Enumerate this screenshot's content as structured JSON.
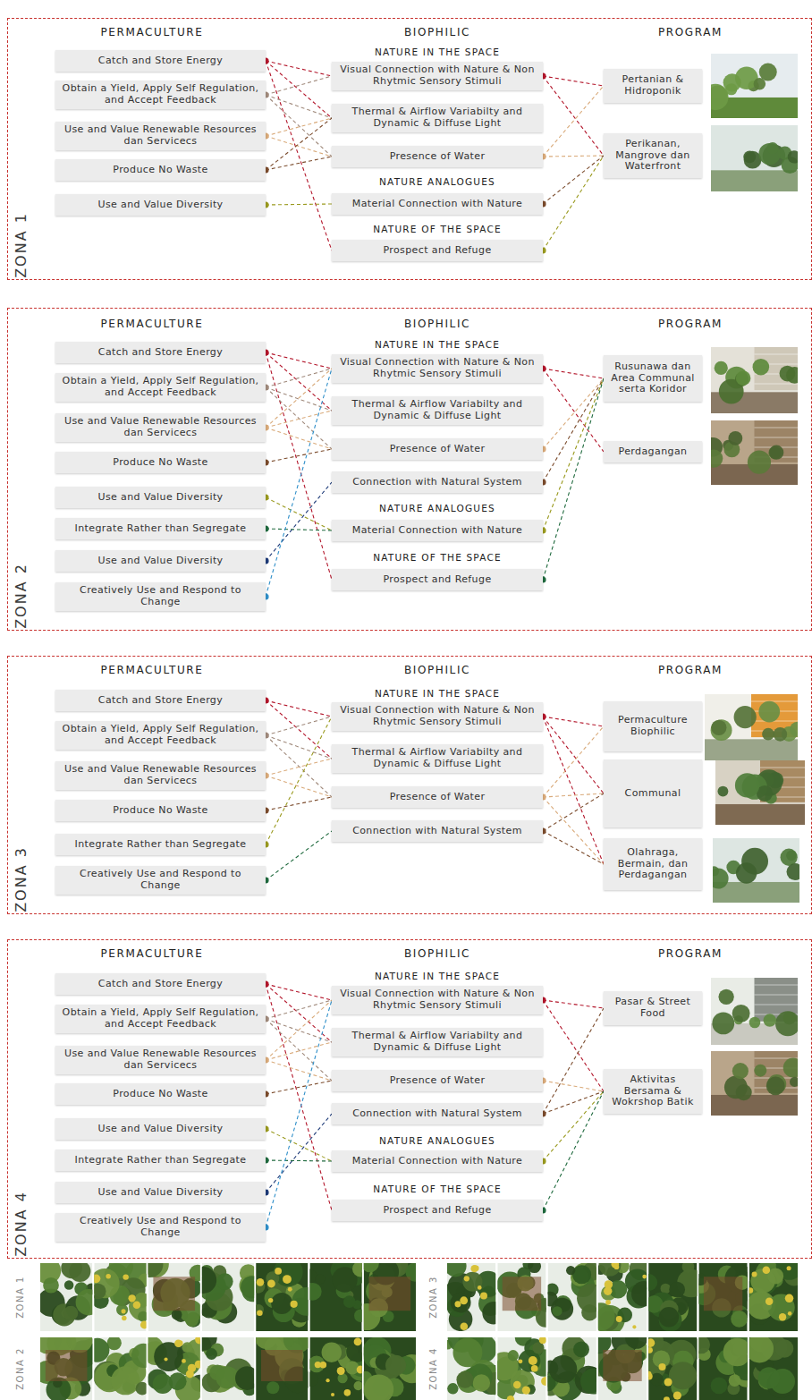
{
  "diagram": {
    "nodes": [
      {
        "text": [
          "ZONA 1"
        ]
      },
      {
        "text": [
          "Catch and Store Energy"
        ],
        "in": 0
      },
      {
        "text": [
          "Obtain a Yield, Apply Self Regulation, and Accept Feedback"
        ],
        "in": 0
      },
      {
        "text": [
          "Use and Value Renewable Resources dan Servicecs"
        ],
        "in": 0
      },
      {
        "text": [
          "Produce No Waste"
        ],
        "in": 0
      },
      {
        "text": [
          "Use and Value Diversity"
        ],
        "in": 0
      },
      {
        "text": [
          "Visual Connection with Nature & Non Rhytmic Sensory Stimuli"
        ],
        "in": 0
      },
      {
        "text": [
          "Thermal & Airflow Variabilty and Dynamic & Diffuse Light"
        ],
        "in": 0
      },
      {
        "text": [
          "Presence of Water"
        ],
        "in": 0
      },
      {
        "text": [
          "Material Connection with Nature"
        ],
        "in": 0
      },
      {
        "text": [
          "Prospect and Refuge"
        ],
        "in": 0
      },
      {
        "text": [
          "Pertanian & Hidroponik"
        ],
        "in": 0
      },
      {
        "text": [
          "Perikanan, Mangrove dan Waterfront"
        ],
        "in": 0
      },
      {
        "text": [
          "ZONA 2"
        ]
      },
      {
        "text": [
          "Catch and Store Energy"
        ],
        "in": 13
      },
      {
        "text": [
          "Obtain a Yield, Apply Self Regulation, and Accept Feedback"
        ],
        "in": 13
      },
      {
        "text": [
          "Use and Value Renewable Resources dan Servicecs"
        ],
        "in": 13
      },
      {
        "text": [
          "Produce No Waste"
        ],
        "in": 13
      },
      {
        "text": [
          "Use and Value Diversity"
        ],
        "in": 13
      },
      {
        "text": [
          "Integrate Rather than Segregate"
        ],
        "in": 13
      },
      {
        "text": [
          "Use and Value Diversity"
        ],
        "in": 13
      },
      {
        "text": [
          "Creatively Use and Respond to Change"
        ],
        "in": 13
      },
      {
        "text": [
          "Visual Connection with Nature & Non Rhytmic Sensory Stimuli"
        ],
        "in": 13
      },
      {
        "text": [
          "Thermal & Airflow Variabilty and Dynamic & Diffuse Light"
        ],
        "in": 13
      },
      {
        "text": [
          "Presence of Water"
        ],
        "in": 13
      },
      {
        "text": [
          "Connection with Natural System"
        ],
        "in": 13
      },
      {
        "text": [
          "Material Connection with Nature"
        ],
        "in": 13
      },
      {
        "text": [
          "Prospect and Refuge"
        ],
        "in": 13
      },
      {
        "text": [
          "Rusunawa dan Area Communal serta Koridor"
        ],
        "in": 13
      },
      {
        "text": [
          "Perdagangan"
        ],
        "in": 13
      },
      {
        "text": [
          "ZONA 3"
        ]
      },
      {
        "text": [
          "Catch and Store Energy"
        ],
        "in": 30
      },
      {
        "text": [
          "Obtain a Yield, Apply Self Regulation, and Accept Feedback"
        ],
        "in": 30
      },
      {
        "text": [
          "Use and Value Renewable Resources dan Servicecs"
        ],
        "in": 30
      },
      {
        "text": [
          "Produce No Waste"
        ],
        "in": 30
      },
      {
        "text": [
          "Integrate Rather than Segregate"
        ],
        "in": 30
      },
      {
        "text": [
          "Creatively Use and Respond to Change"
        ],
        "in": 30
      },
      {
        "text": [
          "Visual Connection with Nature & Non Rhytmic Sensory Stimuli"
        ],
        "in": 30
      },
      {
        "text": [
          "Thermal & Airflow Variabilty and Dynamic & Diffuse Light"
        ],
        "in": 30
      },
      {
        "text": [
          "Presence of Water"
        ],
        "in": 30
      },
      {
        "text": [
          "Connection with Natural System"
        ],
        "in": 30
      },
      {
        "text": [
          "Permaculture Biophilic"
        ],
        "in": 30
      },
      {
        "text": [
          "Communal"
        ],
        "in": 30
      },
      {
        "text": [
          "Olahraga, Bermain, dan Perdagangan"
        ],
        "in": 30
      },
      {
        "text": [
          "ZONA 4"
        ]
      },
      {
        "text": [
          "Catch and Store Energy"
        ],
        "in": 44
      },
      {
        "text": [
          "Obtain a Yield, Apply Self Regulation, and Accept Feedback"
        ],
        "in": 44
      },
      {
        "text": [
          "Use and Value Renewable Resources dan Servicecs"
        ],
        "in": 44
      },
      {
        "text": [
          "Produce No Waste"
        ],
        "in": 44
      },
      {
        "text": [
          "Use and Value Diversity"
        ],
        "in": 44
      },
      {
        "text": [
          "Integrate Rather than Segregate"
        ],
        "in": 44
      },
      {
        "text": [
          "Use and Value Diversity"
        ],
        "in": 44
      },
      {
        "text": [
          "Creatively Use and Respond to Change"
        ],
        "in": 44
      },
      {
        "text": [
          "Visual Connection with Nature & Non Rhytmic Sensory Stimuli"
        ],
        "in": 44
      },
      {
        "text": [
          "Thermal & Airflow Variabilty and Dynamic & Diffuse Light"
        ],
        "in": 44
      },
      {
        "text": [
          "Presence of Water"
        ],
        "in": 44
      },
      {
        "text": [
          "Connection with Natural System"
        ],
        "in": 44
      },
      {
        "text": [
          "Material Connection with Nature"
        ],
        "in": 44
      },
      {
        "text": [
          "Prospect and Refuge"
        ],
        "in": 44
      },
      {
        "text": [
          "Pasar & Street Food"
        ],
        "in": 44
      },
      {
        "text": [
          "Aktivitas Bersama & Wokrshop Batik"
        ],
        "in": 44
      }
    ],
    "edges": [
      {
        "from": 1,
        "to": 6,
        "arrow": "none"
      },
      {
        "from": 1,
        "to": 7,
        "arrow": "none"
      },
      {
        "from": 1,
        "to": 10,
        "arrow": "none"
      },
      {
        "from": 2,
        "to": 6,
        "arrow": "none"
      },
      {
        "from": 2,
        "to": 7,
        "arrow": "none"
      },
      {
        "from": 2,
        "to": 8,
        "arrow": "none"
      },
      {
        "from": 3,
        "to": 7,
        "arrow": "none"
      },
      {
        "from": 3,
        "to": 8,
        "arrow": "none"
      },
      {
        "from": 4,
        "to": 8,
        "arrow": "none"
      },
      {
        "from": 4,
        "to": 7,
        "arrow": "none"
      },
      {
        "from": 5,
        "to": 9,
        "arrow": "none"
      },
      {
        "from": 6,
        "to": 11,
        "arrow": "none"
      },
      {
        "from": 6,
        "to": 12,
        "arrow": "none"
      },
      {
        "from": 8,
        "to": 11,
        "arrow": "none"
      },
      {
        "from": 8,
        "to": 12,
        "arrow": "none"
      },
      {
        "from": 9,
        "to": 12,
        "arrow": "none"
      },
      {
        "from": 10,
        "to": 12,
        "arrow": "none"
      },
      {
        "from": 14,
        "to": 22,
        "arrow": "none"
      },
      {
        "from": 14,
        "to": 23,
        "arrow": "none"
      },
      {
        "from": 14,
        "to": 27,
        "arrow": "none"
      },
      {
        "from": 15,
        "to": 22,
        "arrow": "none"
      },
      {
        "from": 15,
        "to": 23,
        "arrow": "none"
      },
      {
        "from": 15,
        "to": 24,
        "arrow": "none"
      },
      {
        "from": 16,
        "to": 22,
        "arrow": "none"
      },
      {
        "from": 16,
        "to": 23,
        "arrow": "none"
      },
      {
        "from": 16,
        "to": 24,
        "arrow": "none"
      },
      {
        "from": 17,
        "to": 24,
        "arrow": "none"
      },
      {
        "from": 18,
        "to": 26,
        "arrow": "none"
      },
      {
        "from": 19,
        "to": 26,
        "arrow": "none"
      },
      {
        "from": 20,
        "to": 25,
        "arrow": "none"
      },
      {
        "from": 21,
        "to": 22,
        "arrow": "none"
      },
      {
        "from": 22,
        "to": 28,
        "arrow": "none"
      },
      {
        "from": 22,
        "to": 29,
        "arrow": "none"
      },
      {
        "from": 24,
        "to": 28,
        "arrow": "none"
      },
      {
        "from": 25,
        "to": 28,
        "arrow": "none"
      },
      {
        "from": 26,
        "to": 28,
        "arrow": "none"
      },
      {
        "from": 27,
        "to": 28,
        "arrow": "none"
      },
      {
        "from": 31,
        "to": 37,
        "arrow": "none"
      },
      {
        "from": 31,
        "to": 38,
        "arrow": "none"
      },
      {
        "from": 32,
        "to": 37,
        "arrow": "none"
      },
      {
        "from": 32,
        "to": 38,
        "arrow": "none"
      },
      {
        "from": 32,
        "to": 39,
        "arrow": "none"
      },
      {
        "from": 33,
        "to": 38,
        "arrow": "none"
      },
      {
        "from": 33,
        "to": 39,
        "arrow": "none"
      },
      {
        "from": 34,
        "to": 39,
        "arrow": "none"
      },
      {
        "from": 35,
        "to": 37,
        "arrow": "none"
      },
      {
        "from": 36,
        "to": 40,
        "arrow": "none"
      },
      {
        "from": 37,
        "to": 41,
        "arrow": "none"
      },
      {
        "from": 37,
        "to": 42,
        "arrow": "none"
      },
      {
        "from": 37,
        "to": 43,
        "arrow": "none"
      },
      {
        "from": 39,
        "to": 41,
        "arrow": "none"
      },
      {
        "from": 39,
        "to": 42,
        "arrow": "none"
      },
      {
        "from": 39,
        "to": 43,
        "arrow": "none"
      },
      {
        "from": 40,
        "to": 42,
        "arrow": "none"
      },
      {
        "from": 40,
        "to": 43,
        "arrow": "none"
      },
      {
        "from": 45,
        "to": 53,
        "arrow": "none"
      },
      {
        "from": 45,
        "to": 54,
        "arrow": "none"
      },
      {
        "from": 45,
        "to": 58,
        "arrow": "none"
      },
      {
        "from": 46,
        "to": 53,
        "arrow": "none"
      },
      {
        "from": 46,
        "to": 54,
        "arrow": "none"
      },
      {
        "from": 46,
        "to": 55,
        "arrow": "none"
      },
      {
        "from": 47,
        "to": 53,
        "arrow": "none"
      },
      {
        "from": 47,
        "to": 54,
        "arrow": "none"
      },
      {
        "from": 47,
        "to": 55,
        "arrow": "none"
      },
      {
        "from": 48,
        "to": 55,
        "arrow": "none"
      },
      {
        "from": 49,
        "to": 57,
        "arrow": "none"
      },
      {
        "from": 50,
        "to": 57,
        "arrow": "none"
      },
      {
        "from": 51,
        "to": 56,
        "arrow": "none"
      },
      {
        "from": 52,
        "to": 53,
        "arrow": "none"
      },
      {
        "from": 53,
        "to": 59,
        "arrow": "none"
      },
      {
        "from": 53,
        "to": 60,
        "arrow": "none"
      },
      {
        "from": 55,
        "to": 60,
        "arrow": "none"
      },
      {
        "from": 56,
        "to": 59,
        "arrow": "none"
      },
      {
        "from": 56,
        "to": 60,
        "arrow": "none"
      },
      {
        "from": 57,
        "to": 60,
        "arrow": "none"
      },
      {
        "from": 58,
        "to": 60,
        "arrow": "none"
      }
    ],
    "labels": [
      "PERMACULTURE",
      "BIOPHILIC",
      "PROGRAM",
      "NATURE IN THE SPACE",
      "NATURE ANALOGUES",
      "NATURE OF THE SPACE",
      "PERMACULTURE",
      "BIOPHILIC",
      "PROGRAM",
      "NATURE IN THE SPACE",
      "NATURE ANALOGUES",
      "NATURE OF THE SPACE",
      "PERMACULTURE",
      "BIOPHILIC",
      "PROGRAM",
      "NATURE IN THE SPACE",
      "PERMACULTURE",
      "BIOPHILIC",
      "PROGRAM",
      "NATURE IN THE SPACE",
      "NATURE ANALOGUES",
      "NATURE OF THE SPACE",
      "ZONA 1",
      "ZONA 3",
      "ZONA 2",
      "ZONA 4"
    ]
  }
}
